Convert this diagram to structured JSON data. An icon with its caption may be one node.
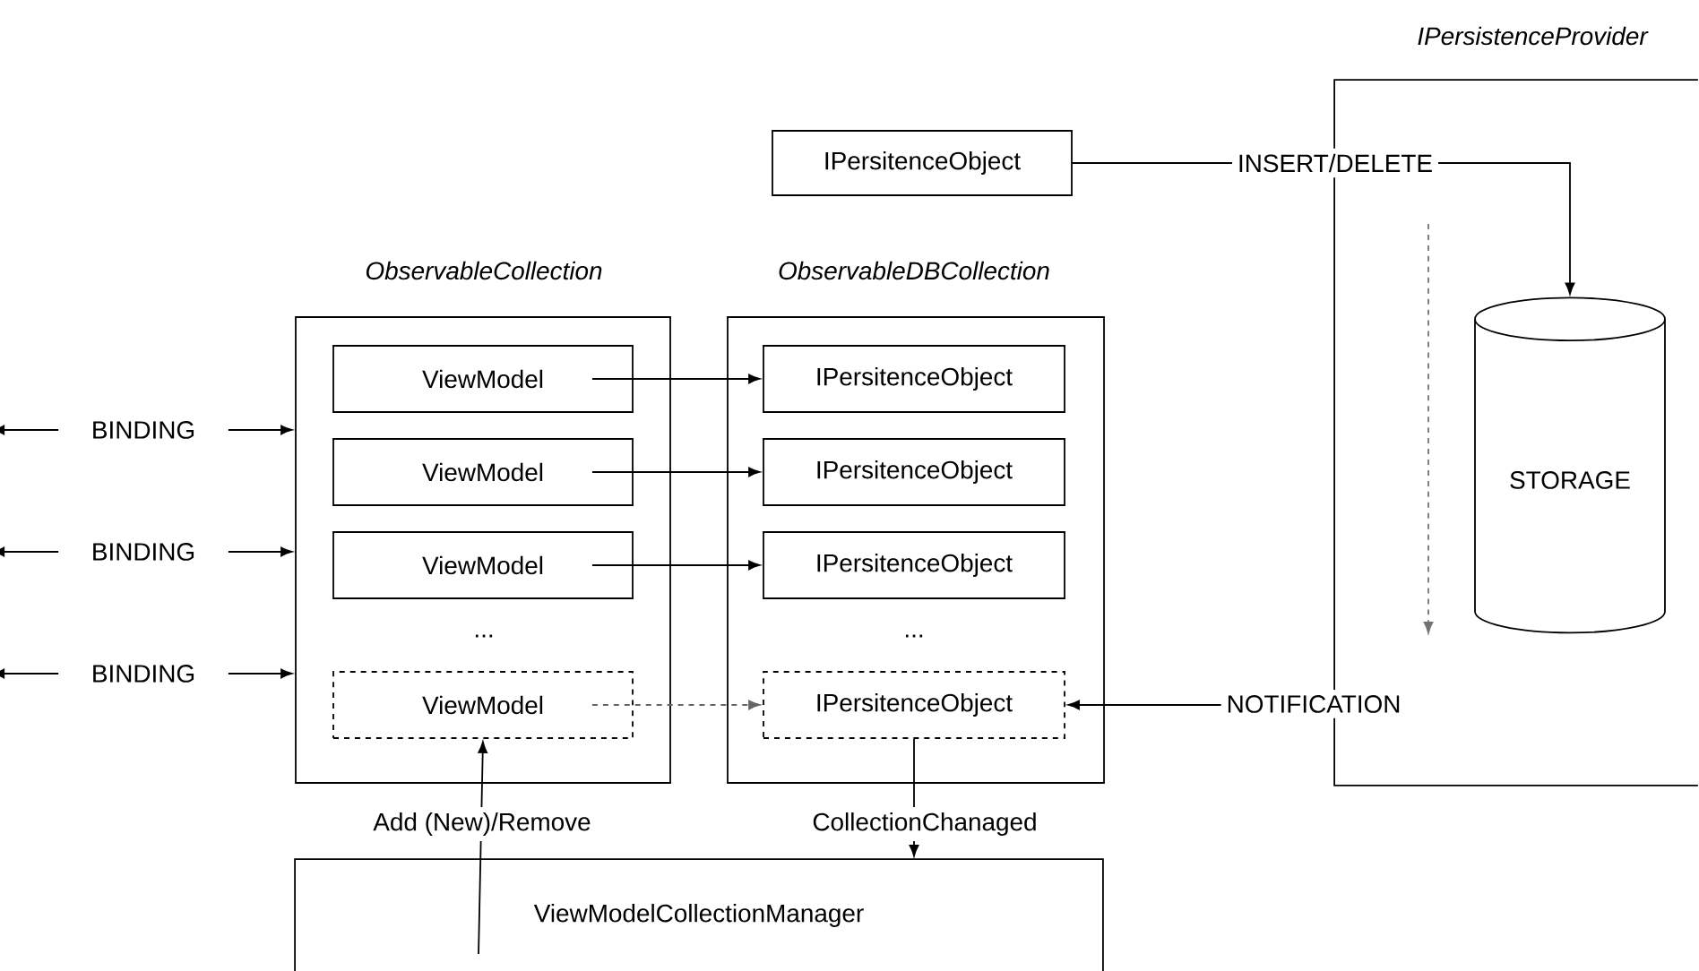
{
  "diagram": {
    "nodes": [
      {
        "text": [
          "ObservableCollection"
        ]
      },
      {
        "text": [
          "ViewModel"
        ],
        "in": 0
      },
      {
        "text": [
          "ViewModel"
        ],
        "in": 0
      },
      {
        "text": [
          "ViewModel"
        ],
        "in": 0
      },
      {
        "text": [
          "ViewModel"
        ],
        "in": 0
      },
      {
        "text": [
          "ObservableDBCollection"
        ]
      },
      {
        "text": [
          "IPersitenceObject"
        ],
        "in": 5
      },
      {
        "text": [
          "IPersitenceObject"
        ],
        "in": 5
      },
      {
        "text": [
          "IPersitenceObject"
        ],
        "in": 5
      },
      {
        "text": [
          "IPersitenceObject"
        ],
        "in": 5
      },
      {
        "text": [
          "IPersistenceProvider"
        ]
      },
      {
        "text": [
          "STORAGE"
        ],
        "in": 10
      },
      {
        "text": [
          "IPersitenceObject"
        ]
      },
      {
        "text": [
          "ViewModelCollectionManager"
        ]
      },
      {
        "text": [
          "BINDING"
        ]
      },
      {
        "text": [
          "BINDING"
        ]
      },
      {
        "text": [
          "BINDING"
        ]
      }
    ],
    "edges": [
      {
        "from": 1,
        "to": 6,
        "arrow": "to"
      },
      {
        "from": 2,
        "to": 7,
        "arrow": "to"
      },
      {
        "from": 3,
        "to": 8,
        "arrow": "to"
      },
      {
        "from": 4,
        "to": 9,
        "arrow": "to",
        "style": "dashed",
        "color": "#666666"
      },
      {
        "from": 12,
        "to": 11,
        "arrow": "to",
        "label": "INSERT/DELETE"
      },
      {
        "from": 10,
        "to": 9,
        "arrow": "to",
        "label": "NOTIFICATION"
      },
      {
        "from": 13,
        "to": 4,
        "arrow": "to",
        "label": "Add (New)/Remove"
      },
      {
        "from": 9,
        "to": 13,
        "arrow": "to",
        "label": "CollectionChanaged"
      },
      {
        "from": 14,
        "to": null,
        "arrow": "to"
      },
      {
        "from": 14,
        "to": 0,
        "arrow": "to"
      },
      {
        "from": 15,
        "to": null,
        "arrow": "to"
      },
      {
        "from": 15,
        "to": 0,
        "arrow": "to"
      },
      {
        "from": 16,
        "to": null,
        "arrow": "to"
      },
      {
        "from": 16,
        "to": 0,
        "arrow": "to"
      }
    ],
    "labels": [
      "...",
      "..."
    ]
  }
}
